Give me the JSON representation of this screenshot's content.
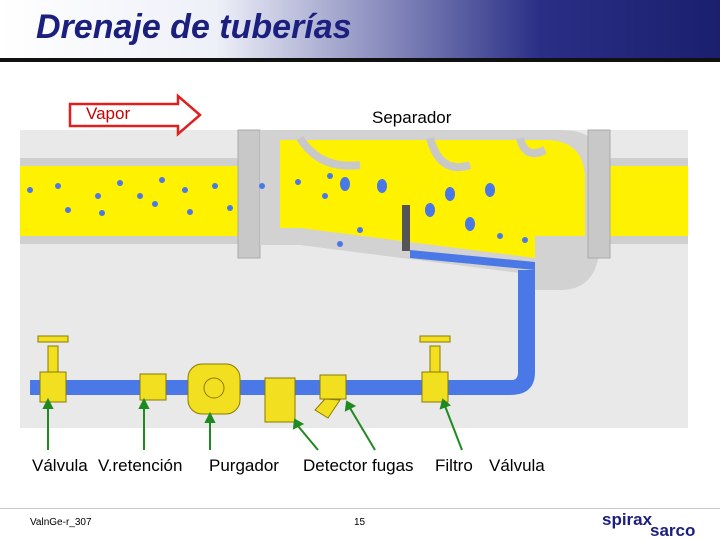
{
  "slide": {
    "title": "Drenaje de tuberías",
    "footer_code": "ValnGe-r_307",
    "page_number": "15"
  },
  "diagram": {
    "vapor_label": "Vapor",
    "separator_label": "Separador",
    "components": [
      "Válvula",
      "V.retención",
      "Purgador",
      "Detector fugas",
      "Filtro",
      "Válvula"
    ]
  },
  "logo": {
    "line1": "spirax",
    "line2": "sarco"
  },
  "colors": {
    "steam_yellow": "#fff200",
    "condensate_blue": "#4a78e6",
    "body_gray": "#d8d8d8",
    "arrow_red": "#e02020",
    "pointer_green": "#1f8a1f",
    "title_blue": "#1b1f7e"
  }
}
